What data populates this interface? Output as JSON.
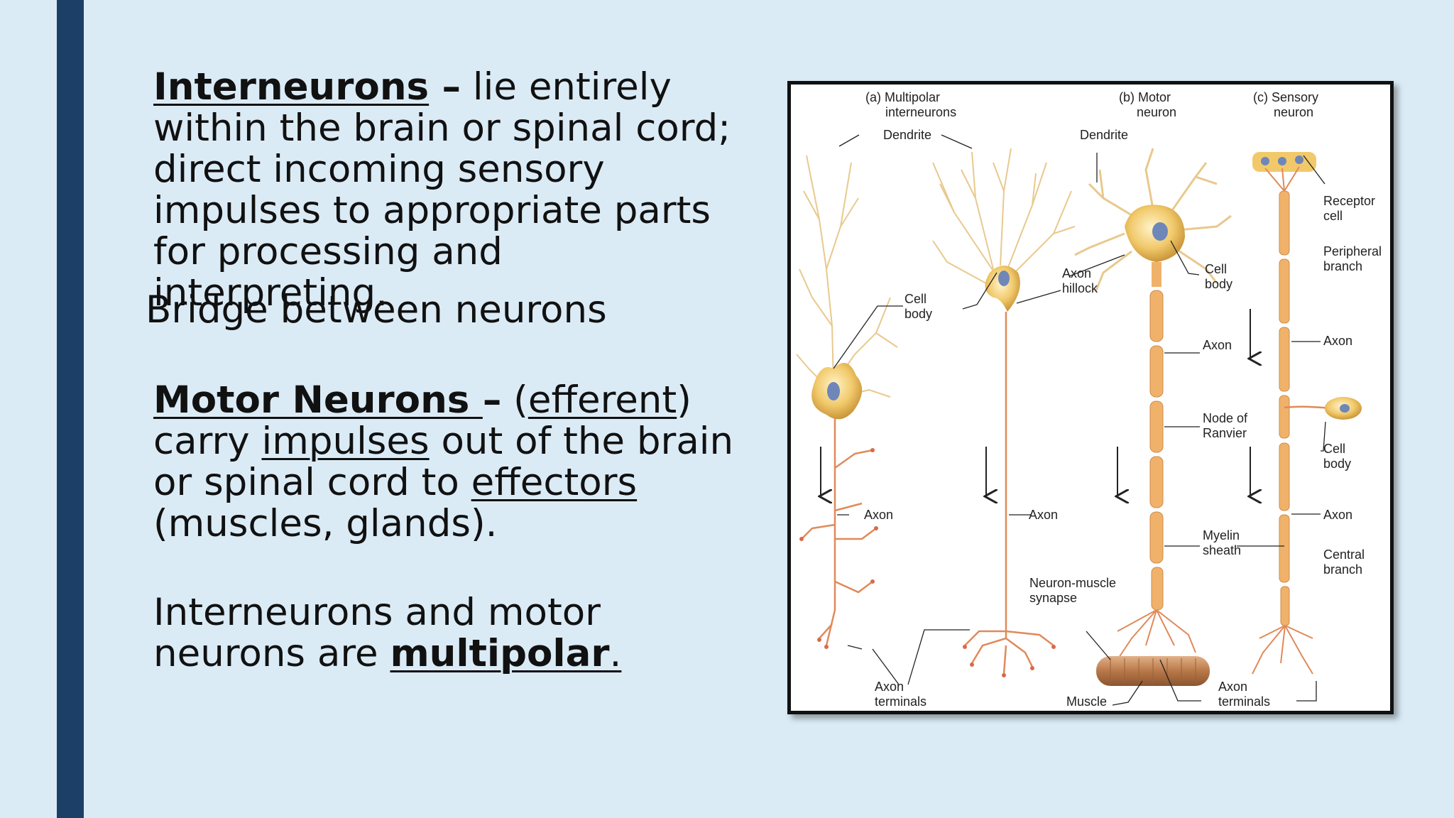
{
  "slide": {
    "interneurons": {
      "term": "Interneurons",
      "dash": " –",
      "text": " lie entirely within the brain or spinal cord; direct incoming sensory impulses to appropriate parts for processing and interpreting."
    },
    "bridge": "Bridge between neurons",
    "motor": {
      "term": "Motor Neurons ",
      "dash": "–",
      "open_paren": " (",
      "efferent": "efferent",
      "after_efferent": ") carry ",
      "impulses": "impulses",
      "middle": " out of the brain or spinal cord to ",
      "effectors": "effectors",
      "end": " (muscles, glands)."
    },
    "summary": {
      "prefix": "Interneurons and motor neurons are ",
      "term": "multipolar",
      "period": "."
    }
  },
  "figure": {
    "labels": {
      "a_title_1": "(a) Multipolar",
      "a_title_2": "interneurons",
      "b_title_1": "(b) Motor",
      "b_title_2": "neuron",
      "c_title_1": "(c) Sensory",
      "c_title_2": "neuron",
      "dendrite_a": "Dendrite",
      "dendrite_b": "Dendrite",
      "cell_body_a_1": "Cell",
      "cell_body_a_2": "body",
      "axon_hillock_1": "Axon",
      "axon_hillock_2": "hillock",
      "cell_body_b_1": "Cell",
      "cell_body_b_2": "body",
      "receptor_1": "Receptor",
      "receptor_2": "cell",
      "peripheral_1": "Peripheral",
      "peripheral_2": "branch",
      "axon_b": "Axon",
      "axon_c_upper": "Axon",
      "node_1": "Node of",
      "node_2": "Ranvier",
      "cell_body_c_1": "Cell",
      "cell_body_c_2": "body",
      "axon_a1": "Axon",
      "axon_a2": "Axon",
      "axon_c_lower": "Axon",
      "myelin_1": "Myelin",
      "myelin_2": "sheath",
      "central_1": "Central",
      "central_2": "branch",
      "nm_synapse_1": "Neuron-muscle",
      "nm_synapse_2": "synapse",
      "axon_terminals_a_1": "Axon",
      "axon_terminals_a_2": "terminals",
      "muscle": "Muscle",
      "axon_terminals_b_1": "Axon",
      "axon_terminals_b_2": "terminals"
    },
    "colors": {
      "neuron_body": "#f1c96a",
      "dendrite": "#e6c48a",
      "axon": "#e08a5a",
      "myelin": "#f0b26a",
      "nucleus": "#6f86b8",
      "muscle": "#c98a5a"
    }
  }
}
